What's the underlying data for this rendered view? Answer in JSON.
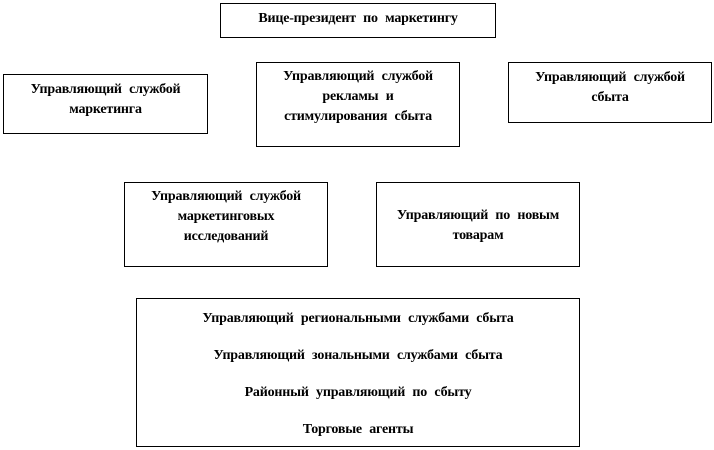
{
  "top": {
    "title": "Вице-президент  по маркетингу"
  },
  "boxes": [
    {
      "lines": [
        "Управляющий  службой",
        "маркетинга"
      ]
    },
    {
      "lines": [
        "Управляющий  службой",
        "рекламы  и",
        "стимулирования  сбыта"
      ]
    },
    {
      "lines": [
        "Управляющий  службой",
        "сбыта"
      ]
    },
    {
      "lines": [
        "Управляющий  службой",
        "маркетинговых",
        "исследований"
      ]
    },
    {
      "lines": [
        "Управляющий  по новым",
        "товарам"
      ]
    }
  ],
  "sales_hierarchy": [
    "Управляющий  региональными  службами  сбыта",
    "Управляющий  зональными  службами  сбыта",
    "Районный  управляющий  по  сбыту",
    "Торговые  агенты"
  ]
}
